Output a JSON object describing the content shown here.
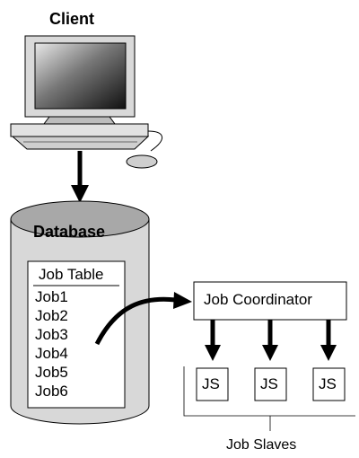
{
  "client": {
    "label": "Client"
  },
  "database": {
    "label": "Database",
    "job_table": {
      "title": "Job Table",
      "jobs": [
        "Job1",
        "Job2",
        "Job3",
        "Job4",
        "Job5",
        "Job6"
      ]
    }
  },
  "coordinator": {
    "label": "Job Coordinator"
  },
  "slaves": {
    "items": [
      "JS",
      "JS",
      "JS"
    ],
    "group_label": "Job Slaves"
  },
  "colors": {
    "cylinder_body": "#d8d8d8",
    "cylinder_top": "#a8a8a8",
    "monitor_screen": "#222222",
    "ink": "#000000"
  }
}
